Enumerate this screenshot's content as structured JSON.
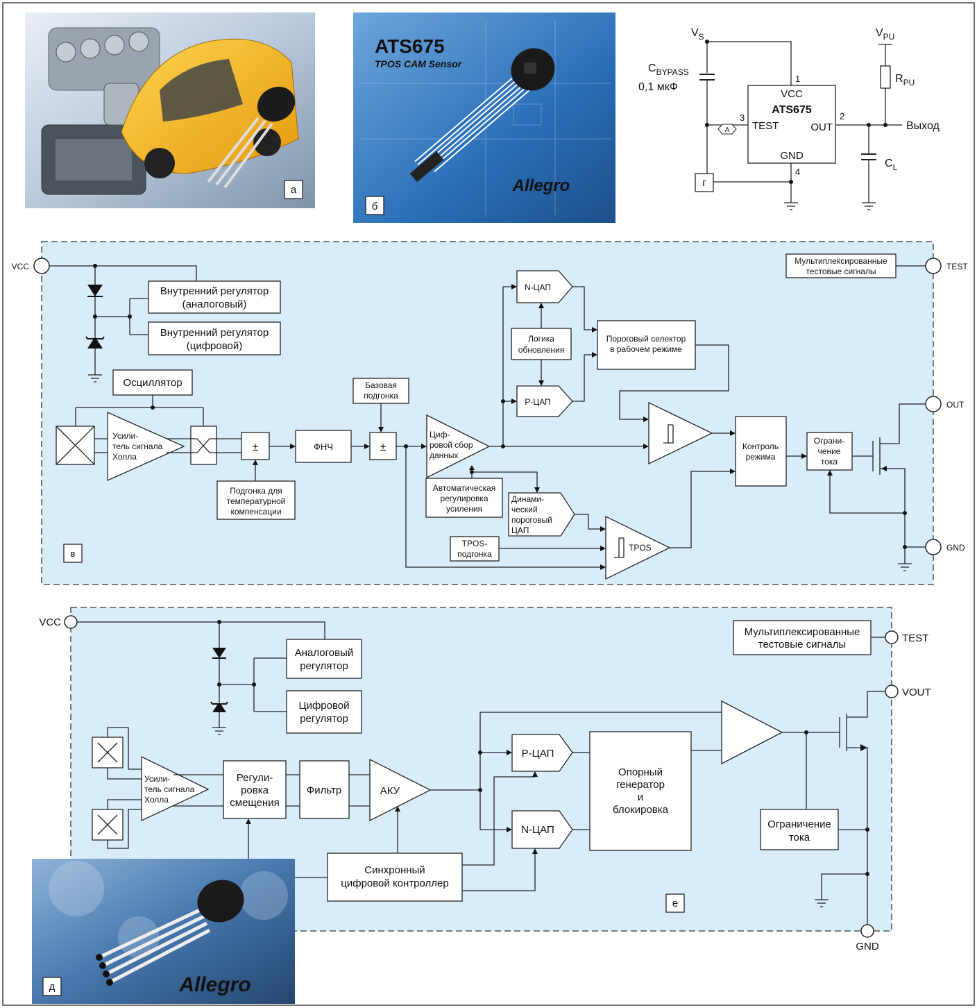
{
  "photos": {
    "a_label": "а",
    "b_title": "ATS675",
    "b_subtitle": "TPOS CAM Sensor",
    "b_logo": "Allegro",
    "b_label": "б",
    "d_logo": "Allegro",
    "d_label": "д"
  },
  "circuit": {
    "vs": "V",
    "vs_sub": "S",
    "vpu": "V",
    "vpu_sub": "PU",
    "cbypass": "C",
    "cbypass_sub": "BYPASS",
    "cbypass_value": "0,1 мкФ",
    "rpu": "R",
    "rpu_sub": "PU",
    "cl": "C",
    "cl_sub": "L",
    "chip_vcc": "VCC",
    "chip_name": "ATS675",
    "chip_test": "TEST",
    "chip_out": "OUT",
    "chip_gnd": "GND",
    "pin1": "1",
    "pin2": "2",
    "pin3": "3",
    "pin4": "4",
    "output": "Выход",
    "marker_a": "A",
    "g_label": "г"
  },
  "diagram_v": {
    "vcc": "VCC",
    "test": "TEST",
    "out": "OUT",
    "gnd": "GND",
    "mux_1": "Мультиплексированные",
    "mux_2": "тестовые сигналы",
    "reg_analog_1": "Внутренний регулятор",
    "reg_analog_2": "(аналоговый)",
    "reg_digital_1": "Внутренний регулятор",
    "reg_digital_2": "(цифровой)",
    "oscillator": "Осциллятор",
    "hall_amp_1": "Усили-",
    "hall_amp_2": "тель сигнала",
    "hall_amp_3": "Холла",
    "pm": "±",
    "temp_trim_1": "Подгонка для",
    "temp_trim_2": "температурной",
    "temp_trim_3": "компенсации",
    "lpf": "ФНЧ",
    "base_trim_1": "Базовая",
    "base_trim_2": "подгонка",
    "pm2": "±",
    "dig_acq_1": "Циф-",
    "dig_acq_2": "ровой сбор",
    "dig_acq_3": "данных",
    "agc_1": "Автоматическая",
    "agc_2": "регулировка",
    "agc_3": "усиления",
    "n_dac": "N-ЦАП",
    "p_dac": "P-ЦАП",
    "update_logic_1": "Логика",
    "update_logic_2": "обновления",
    "threshold_sel_1": "Пороговый селектор",
    "threshold_sel_2": "в рабочем режиме",
    "dyn_dac_1": "Динами-",
    "dyn_dac_2": "ческий",
    "dyn_dac_3": "пороговый",
    "dyn_dac_4": "ЦАП",
    "tpos_trim_1": "TPOS-",
    "tpos_trim_2": "подгонка",
    "tpos": "TPOS",
    "mode_ctrl_1": "Контроль",
    "mode_ctrl_2": "режима",
    "cur_lim_1": "Ограни-",
    "cur_lim_2": "чение",
    "cur_lim_3": "тока",
    "label": "в"
  },
  "diagram_e": {
    "vcc": "VCC",
    "test": "TEST",
    "vout": "VOUT",
    "gnd": "GND",
    "mux_1": "Мультиплексированные",
    "mux_2": "тестовые сигналы",
    "reg_analog_1": "Аналоговый",
    "reg_analog_2": "регулятор",
    "reg_digital_1": "Цифровой",
    "reg_digital_2": "регулятор",
    "hall_amp_1": "Усили-",
    "hall_amp_2": "тель сигнала",
    "hall_amp_3": "Холла",
    "offset_1": "Регули-",
    "offset_2": "ровка",
    "offset_3": "смещения",
    "filter": "Фильтр",
    "agc": "АКУ",
    "p_dac": "P-ЦАП",
    "n_dac": "N-ЦАП",
    "ref_1": "Опорный",
    "ref_2": "генератор",
    "ref_3": "и",
    "ref_4": "блокировка",
    "cur_lim_1": "Ограничение",
    "cur_lim_2": "тока",
    "sync_1": "Синхронный",
    "sync_2": "цифровой контроллер",
    "label": "е"
  },
  "colors": {
    "panel_fill": "#d9ecfa",
    "photo_blue": "#2a6fb8",
    "photo_light": "#c9dbef"
  }
}
